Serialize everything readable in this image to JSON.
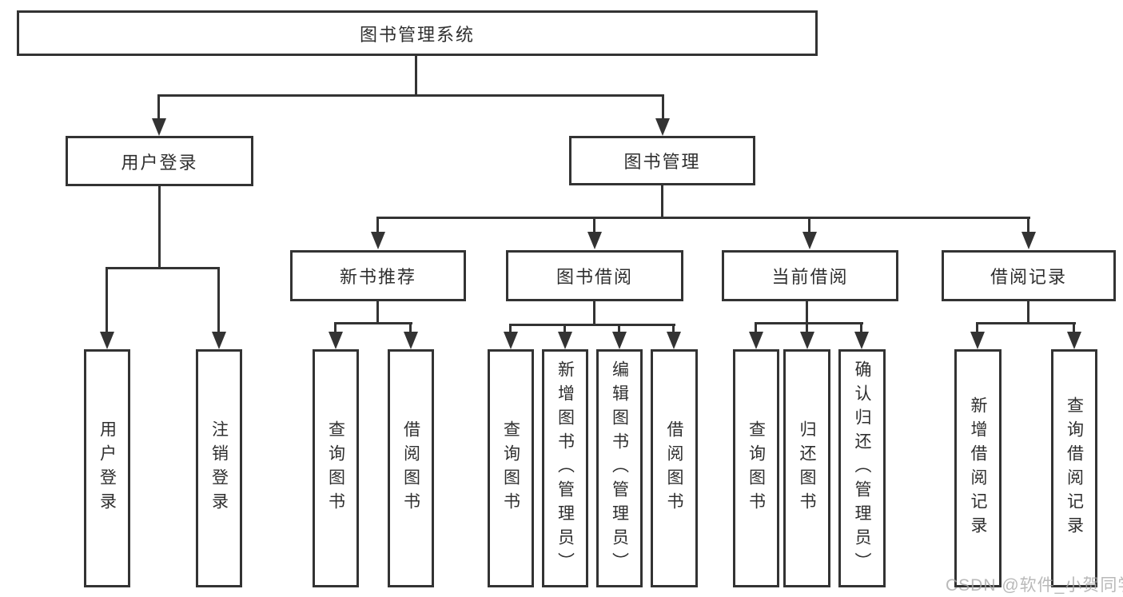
{
  "diagram_type": "tree",
  "root": {
    "label": "图书管理系统",
    "children": [
      {
        "label": "用户登录",
        "children": [
          {
            "label": "用户登录"
          },
          {
            "label": "注销登录"
          }
        ]
      },
      {
        "label": "图书管理",
        "children": [
          {
            "label": "新书推荐",
            "children": [
              {
                "label": "查询图书"
              },
              {
                "label": "借阅图书"
              }
            ]
          },
          {
            "label": "图书借阅",
            "children": [
              {
                "label": "查询图书"
              },
              {
                "label": "新增图书（管理员）"
              },
              {
                "label": "编辑图书（管理员）"
              },
              {
                "label": "借阅图书"
              }
            ]
          },
          {
            "label": "当前借阅",
            "children": [
              {
                "label": "查询图书"
              },
              {
                "label": "归还图书"
              },
              {
                "label": "确认归还（管理员）"
              }
            ]
          },
          {
            "label": "借阅记录",
            "children": [
              {
                "label": "新增借阅记录"
              },
              {
                "label": "查询借阅记录"
              }
            ]
          }
        ]
      }
    ]
  },
  "watermark": "CSDN @软件_小贺同学",
  "colors": {
    "border": "#333333",
    "line": "#333333",
    "text": "#2f2f2f",
    "background": "#ffffff",
    "watermark": "#a8a8a8"
  }
}
